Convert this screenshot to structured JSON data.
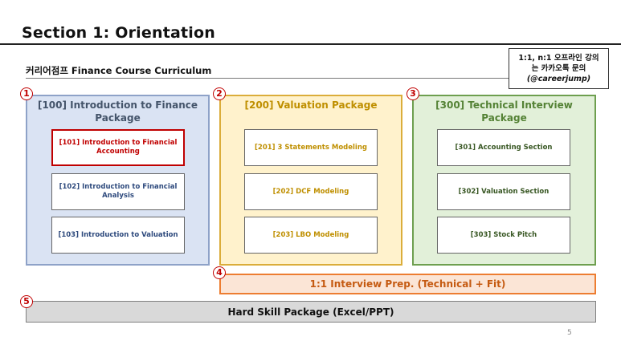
{
  "slide": {
    "title": "Section 1: Orientation",
    "subtitle": "커리어점프 Finance Course Curriculum",
    "contact": {
      "line1": "1:1, n:1 오프라인 강의",
      "line2": "는 카카오톡 문의",
      "line3": "(@careerjump)"
    },
    "page_number": "5"
  },
  "packages": [
    {
      "number": "1",
      "title": "[100] Introduction to Finance Package",
      "color": "#dae3f3",
      "courses": [
        {
          "label": "[101] Introduction to Financial Accounting",
          "highlighted": true
        },
        {
          "label": "[102] Introduction to Financial Analysis",
          "highlighted": false
        },
        {
          "label": "[103] Introduction to Valuation",
          "highlighted": false
        }
      ]
    },
    {
      "number": "2",
      "title": "[200] Valuation Package",
      "color": "#fff2cc",
      "courses": [
        {
          "label": "[201] 3 Statements Modeling"
        },
        {
          "label": "[202] DCF Modeling"
        },
        {
          "label": "[203] LBO Modeling"
        }
      ]
    },
    {
      "number": "3",
      "title": "[300] Technical Interview Package",
      "color": "#e2f0d9",
      "courses": [
        {
          "label": "[301] Accounting Section"
        },
        {
          "label": "[302] Valuation Section"
        },
        {
          "label": "[303] Stock Pitch"
        }
      ]
    }
  ],
  "bars": [
    {
      "number": "4",
      "label": "1:1 Interview Prep. (Technical + Fit)",
      "color": "#fbe5d6"
    },
    {
      "number": "5",
      "label": "Hard Skill Package (Excel/PPT)",
      "color": "#d9d9d9"
    }
  ],
  "colors": {
    "highlight": "#c00000",
    "badge": "#c00000"
  }
}
